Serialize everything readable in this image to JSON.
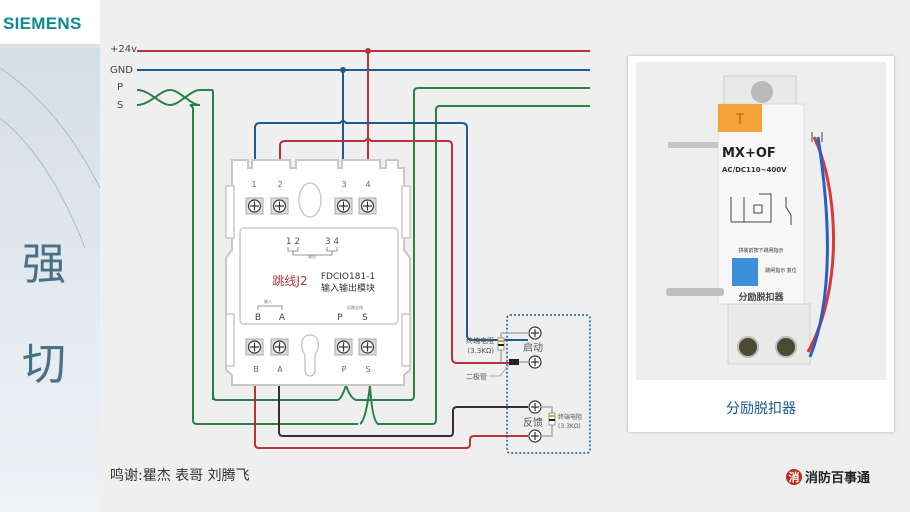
{
  "brand_logo": "SIEMENS",
  "side_title": [
    "强",
    "切"
  ],
  "bus_lines": [
    {
      "label": "+24v",
      "color": "#b8333b"
    },
    {
      "label": "GND",
      "color": "#1f5b8e"
    },
    {
      "label": "P",
      "color": "#2a8048"
    },
    {
      "label": "S",
      "color": "#2a8048"
    }
  ],
  "module": {
    "top_terminals": [
      "1",
      "2",
      "3",
      "4"
    ],
    "jumper_label": "跳线J2",
    "model": "FDCIO181-1",
    "model_desc": "输入输出模块",
    "output_group_labels": [
      "1 2",
      "3 4"
    ],
    "output_caption": "输出",
    "input_caption": "输入",
    "loop_caption": "回路总线",
    "mid_labels": [
      "B",
      "A",
      "P",
      "S"
    ],
    "bottom_terminals": [
      "B",
      "A",
      "P",
      "S"
    ]
  },
  "field_box": {
    "start_label": "启动",
    "feedback_label": "反馈",
    "resistor_label_1": "终端电阻",
    "resistor_value_1": "(3.3KΩ)",
    "resistor_label_2": "终端电阻",
    "resistor_value_2": "(3.3KΩ)",
    "diode_label": "二极管"
  },
  "wire_colors": {
    "power": "#b8333b",
    "ground": "#1f5b8e",
    "loop": "#2a8048",
    "signal": "#3a2f2d",
    "box_border": "#1f5b8e"
  },
  "photo": {
    "device_model": "MX+OF",
    "device_rating": "AC/DC110~400V",
    "device_tab": "T",
    "device_note": "拼装前按下跳闸指示",
    "device_reset": "跳闸指示 复位",
    "device_name_print": "分励脱扣器",
    "caption": "分励脱扣器"
  },
  "credits": "鸣谢:瞿杰  表哥  刘腾飞",
  "footer_brand": {
    "icon": "消",
    "text": "消防百事通"
  }
}
